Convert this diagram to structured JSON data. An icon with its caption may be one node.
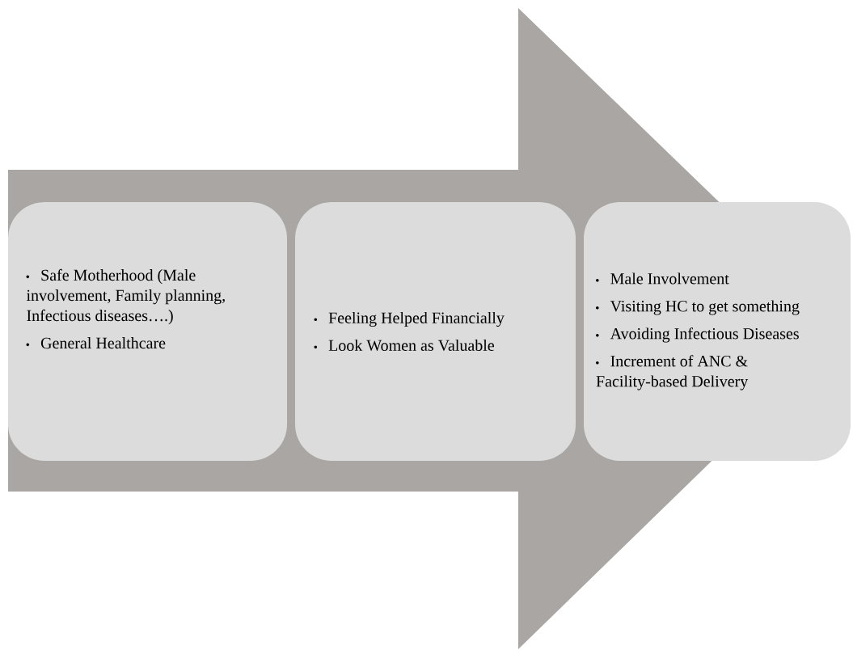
{
  "diagram": {
    "nodes": [
      {
        "text": [
          "Safe Motherhood (Male involvement, Family planning, Infectious diseases….)",
          "General Healthcare"
        ]
      },
      {
        "text": [
          "Feeling Helped Financially",
          "Look Women as Valuable"
        ]
      },
      {
        "text": [
          "Male Involvement",
          "Visiting HC to get something",
          "Avoiding Infectious Diseases",
          "Increment of ANC & Facility-based Delivery"
        ]
      }
    ],
    "edges": [
      {
        "from": 0,
        "to": 2,
        "arrow": "to"
      }
    ]
  }
}
